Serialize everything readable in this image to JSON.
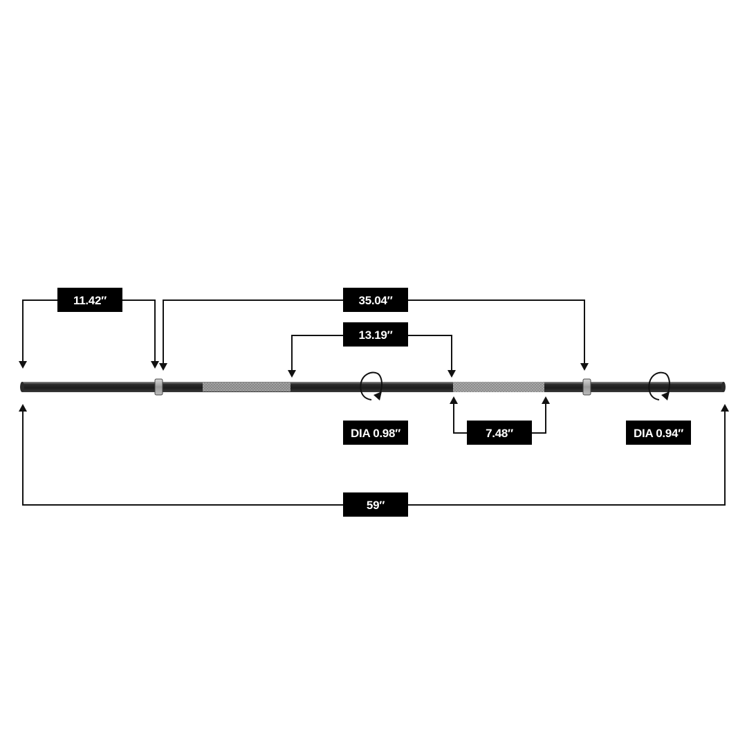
{
  "product": {
    "name": "barbell",
    "shaft_color": "#1c1c1c",
    "knurl_color": "#8a8a8a",
    "collar_color": "#9a9a9a"
  },
  "dimensions": {
    "sleeve_length": "11.42″",
    "inner_collar_span": "35.04″",
    "grip_spacing": "13.19″",
    "knurl_length": "7.48″",
    "shaft_diameter": "DIA 0.98″",
    "sleeve_diameter": "DIA 0.94″",
    "total_length": "59″"
  },
  "icons": {
    "arrow": "arrow-head-icon",
    "rotation": "rotation-arrow-icon"
  }
}
